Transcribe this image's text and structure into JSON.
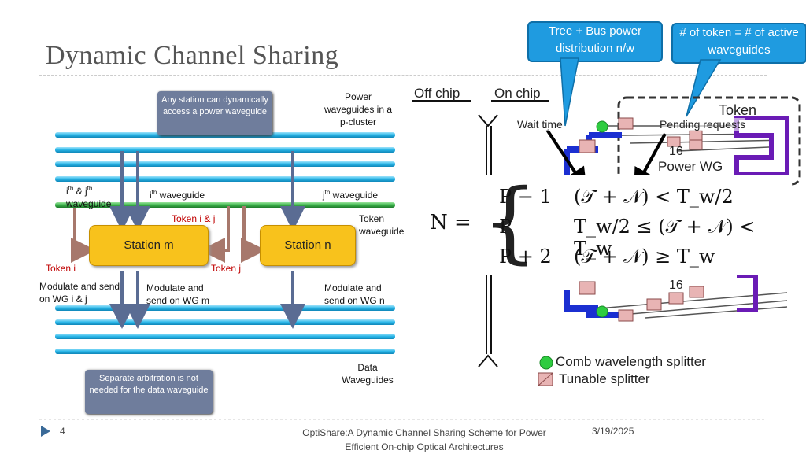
{
  "slide": {
    "title": "Dynamic Channel Sharing",
    "page_number": "4",
    "footer_line1": "OptiShare:A Dynamic Channel Sharing Scheme for Power",
    "footer_line2": "Efficient On-chip Optical Architectures",
    "date": "3/19/2025"
  },
  "callouts": {
    "tree_bus": "Tree + Bus power distribution n/w",
    "token_count": "# of token = # of active waveguides"
  },
  "left": {
    "banner_top": "Any station can dynamically access a power waveguide",
    "banner_bottom": "Separate arbitration is not needed for the data waveguide",
    "power_wg": "Power waveguides in a p-cluster",
    "ij_wg_a": "i",
    "ij_wg_sup1": "th",
    "ij_wg_b": " & j",
    "ij_wg_sup2": "th",
    "ij_wg_c": "waveguide",
    "ith_wg": "i",
    "ith_sup": "th",
    "ith_rest": " waveguide",
    "jth_wg": "j",
    "jth_sup": "th",
    "jth_rest": " waveguide",
    "token_ij": "Token i & j",
    "token_wg": "Token waveguide",
    "station_m": "Station m",
    "station_n": "Station n",
    "token_i": "Token i",
    "token_j": "Token j",
    "mod_ij": "Modulate and send on WG i & j",
    "mod_m": "Modulate and send on WG m",
    "mod_n": "Modulate and send on WG n",
    "data_wg": "Data Waveguides"
  },
  "right": {
    "off_chip": "Off chip",
    "on_chip": "On chip",
    "token": "Token",
    "wait_time": "Wait time",
    "pending": "Pending requests",
    "num16a": "16",
    "power_wg": "Power WG",
    "num16b": "16",
    "legend_comb": "Comb wavelength splitter",
    "legend_tunable": "Tunable splitter"
  },
  "formula": {
    "lhs": "N =",
    "rows": [
      {
        "value": "P − 1",
        "condition": "(𝒯 + 𝒩) < T_w/2"
      },
      {
        "value": "P",
        "condition": "T_w/2 ≤ (𝒯 + 𝒩) < T_w"
      },
      {
        "value": "P + 2",
        "condition": "(𝒯 + 𝒩) ≥ T_w"
      }
    ]
  },
  "colors": {
    "waveguide_cyan": "#29b6e8",
    "token_green": "#3cb44b",
    "station_yellow": "#f8c21c",
    "callout_blue": "#1f9be0",
    "token_red": "#c00000"
  }
}
